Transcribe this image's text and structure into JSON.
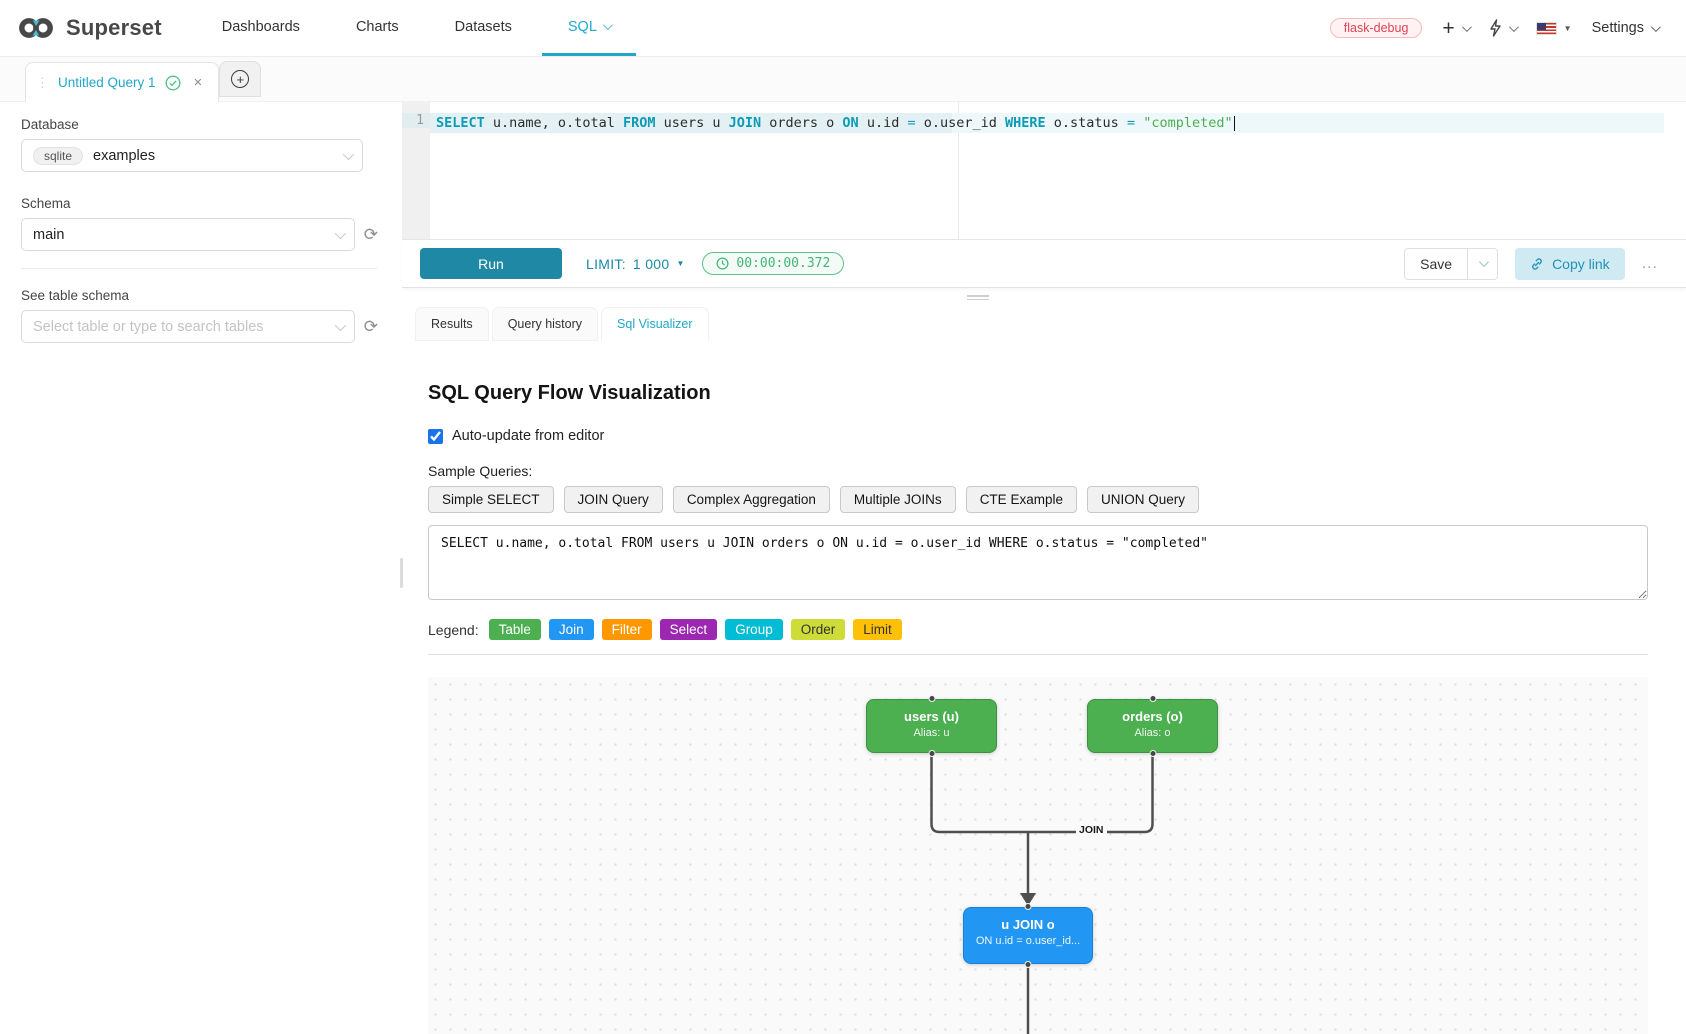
{
  "navbar": {
    "brand": "Superset",
    "items": [
      "Dashboards",
      "Charts",
      "Datasets",
      "SQL"
    ],
    "active_item": "SQL",
    "env_badge": "flask-debug",
    "settings_label": "Settings",
    "accent_color": "#20a7c9"
  },
  "query_tab": {
    "title": "Untitled Query 1"
  },
  "sidebar": {
    "database_label": "Database",
    "database_engine": "sqlite",
    "database_value": "examples",
    "schema_label": "Schema",
    "schema_value": "main",
    "table_label": "See table schema",
    "table_placeholder": "Select table or type to search tables"
  },
  "editor": {
    "line_number": "1",
    "tokens": [
      {
        "t": "SELECT",
        "c": "kw"
      },
      {
        "t": " u.name, o.total ",
        "c": "pl"
      },
      {
        "t": "FROM",
        "c": "kw"
      },
      {
        "t": " users u ",
        "c": "pl"
      },
      {
        "t": "JOIN",
        "c": "kw"
      },
      {
        "t": " orders o ",
        "c": "pl"
      },
      {
        "t": "ON",
        "c": "kw"
      },
      {
        "t": " u.id ",
        "c": "pl"
      },
      {
        "t": "=",
        "c": "op"
      },
      {
        "t": " o.user_id ",
        "c": "pl"
      },
      {
        "t": "WHERE",
        "c": "kw"
      },
      {
        "t": " o.status ",
        "c": "pl"
      },
      {
        "t": "=",
        "c": "op"
      },
      {
        "t": " ",
        "c": "pl"
      },
      {
        "t": "\"completed\"",
        "c": "str"
      }
    ]
  },
  "toolbar": {
    "run_label": "Run",
    "limit_label": "LIMIT:",
    "limit_value": "1 000",
    "timer": "00:00:00.372",
    "timer_color": "#5ac189",
    "save_label": "Save",
    "copy_link_label": "Copy link",
    "more_label": "..."
  },
  "south": {
    "tabs": [
      "Results",
      "Query history",
      "Sql Visualizer"
    ],
    "active_tab": "Sql Visualizer"
  },
  "visualizer": {
    "title": "SQL Query Flow Visualization",
    "auto_update_label": "Auto-update from editor",
    "auto_update_checked": true,
    "samples_label": "Sample Queries:",
    "samples": [
      "Simple SELECT",
      "JOIN Query",
      "Complex Aggregation",
      "Multiple JOINs",
      "CTE Example",
      "UNION Query"
    ],
    "sql_text": "SELECT u.name, o.total FROM users u JOIN orders o ON u.id = o.user_id WHERE o.status = \"completed\"",
    "legend_label": "Legend:",
    "legend": [
      {
        "label": "Table",
        "color": "#4caf50",
        "text_color": "#ffffff"
      },
      {
        "label": "Join",
        "color": "#2196f3",
        "text_color": "#ffffff"
      },
      {
        "label": "Filter",
        "color": "#ff9800",
        "text_color": "#ffffff"
      },
      {
        "label": "Select",
        "color": "#9c27b0",
        "text_color": "#ffffff"
      },
      {
        "label": "Group",
        "color": "#00bcd4",
        "text_color": "#ffffff"
      },
      {
        "label": "Order",
        "color": "#cddc39",
        "text_color": "#333333"
      },
      {
        "label": "Limit",
        "color": "#ffc107",
        "text_color": "#333333"
      }
    ],
    "flow": {
      "edge_label": "JOIN",
      "edge_color": "#4f4f4f",
      "nodes": [
        {
          "title": "users (u)",
          "subtitle": "Alias: u",
          "color": "#4caf50",
          "border_color": "#3d9140"
        },
        {
          "title": "orders (o)",
          "subtitle": "Alias: o",
          "color": "#4caf50",
          "border_color": "#3d9140"
        },
        {
          "title": "u JOIN o",
          "subtitle": "ON u.id = o.user_id...",
          "color": "#2196f3",
          "border_color": "#1b7fd4"
        }
      ]
    }
  }
}
